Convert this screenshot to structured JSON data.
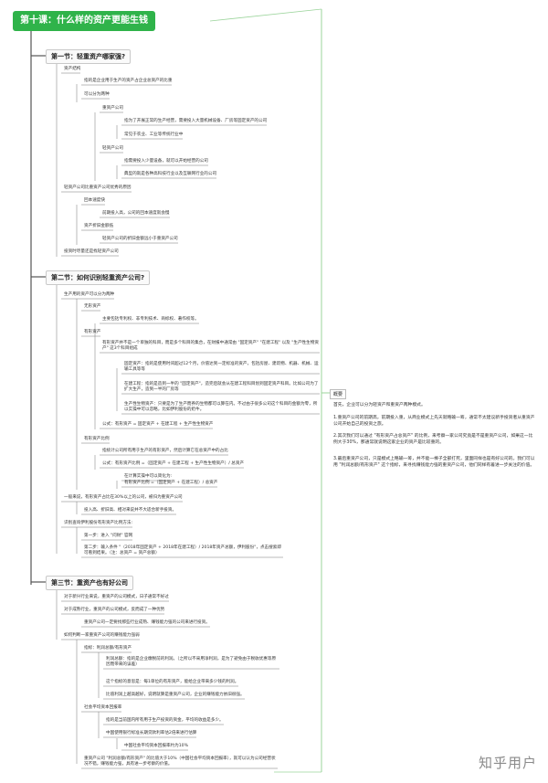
{
  "root_title": "第十课：什么样的资产更能生钱",
  "sections": [
    {
      "title": "第一节：轻重资产哪家强?",
      "items": [
        "资产结构",
        "指的是企业用于生产的资产占企业总资产的比重",
        "可以分为两种",
        "重资产公司",
        "指为了开展正常的生产经营，需要投入大量机械设备、厂房等固定资产的公司",
        "常见于农业、工业等传统行业中",
        "轻资产公司",
        "指需要投入少量设备，就可以开始经营的公司",
        "典型的就是各种高科技行业以及互联网行业的公司",
        "轻资产公司比重资产公司优秀的原因",
        "回本速度快",
        "前期投入高，公司的回本速度就会慢",
        "资产折旧金额低",
        "轻资产公司的折旧金额远小于重资产公司",
        "投资时尽量还是找轻资产公司"
      ]
    },
    {
      "title": "第二节：如何识别轻重资产公司?",
      "items": [
        "生产用的资产可以分为两种",
        "无形资产",
        "主要包括专利权、非专利技术、商标权、著作权等。",
        "有形资产",
        "有形资产并不是一个单独的科目，而是多个科目的集合，在财报中通常由 \"固定资产\" \"在建工程\" 以及 \"生产性生物资产\" 这3个科目组成",
        "固定资产：指的是使用时间超过12个月，价值达到一定标准的资产，包括房屋、建筑物、机器、机械、运输工具等等",
        "在建工程：指的是造到一半的 \"固定资产\"，造完后就会从在建工程科目划到固定资产科目。比如公司为了扩大生产，造到一半的厂房等",
        "生产性生物资产：只要是为了生产而养的生物都可以算在内。不过由于很多公司这个科目的金额为零，所以实操中可以忽略，比如伊利股份的奶牛。",
        "公式：有形资产 = 固定资产 + 在建工程 + 生产性生物资产",
        "有形资产比例",
        "指统计公司所有用于生产的有形资产，然后计算它在总资产中的占比",
        "公式：有形资产比例 =（固定资产 + 在建工程 + 生产性生物资产）/ 总资产",
        "在计算实操中可以简化为:",
        "有形资产比例 =（固定资产 + 在建工程）/ 总资产",
        "一般来说，有形资产占比在30%以上的公司，被归为重资产公司",
        "投入高、折旧高、相对来说并不大适合新手投资。",
        "识别查询伊利股份有形资产比例方法:",
        "第一步：进入 \"问财\" 官网",
        "第二步：输入条件 \"（2018年固定资产 + 2018年在建工程）/ 2018年资产总额，伊利股份\"，点击搜索即可看到结果。（注：总资产 = 资产总额）"
      ]
    },
    {
      "title": "第三节：重资产也有好公司",
      "items": [
        "对于新兴行业来说，重资产的公司模式，日子通常不好过",
        "对于成熟行业，重资产的公司模式，反而成了一种优势",
        "重资产公司一定要找那些行业成熟、赚钱能力强的公司来进行投资。",
        "如何判断一家重资产公司的赚钱能力强弱",
        "指标：利润总额/有形资产",
        "利润总额：指的是企业缴税前的利润。（之所以不采用净利润，是为了避免由于税收优惠等原因而带来的误差）",
        "这个指标的意思是：每1单位的有形资产，能给企业带来多少钱的利润。",
        "比值利润上越高越好，说明就算是重资产公司，企业的赚钱能力依旧很强。",
        "社会平均资本回报率",
        "指的是当前国内所有用于生产投资的资金，平均的收益是多少。",
        "中国使用银行标准长期贷款利率估2倍来进行估算",
        "中国社会平均资本回报率约为10%",
        "重资产公司 \"利润总额/有形资产\" 的比值大于10%（中国社会平均资本回报率），就可以认为公司经营状况不错，赚钱能力强，具有进一步考察的价值。"
      ]
    }
  ],
  "overview": {
    "tag": "概要",
    "paragraphs": [
      "首先，企业可以分为轻资产和重资产两种模式。",
      "1.重资产公司的前期高，前期投入重，从商业模式上先天就略输一筹，通常不太建议新手投资者从重资产公司开始自己的投资之旅。",
      "2.其次我们可以通过 \"有形资产占总资产\" 的比例，来考察一家公司究竟是不是重资产公司，如果这一比例大于30%，那通常就说明这家企业的资产是比较重的。",
      "3.最后重资产公司，只是模式上略输一筹，并不能一棒子全部打死，里面同样也是有好公司的。我们可以用 \"利润总额/有形资产\" 这个指标，来寻找赚钱能力强的重资产公司，他们同样有着进一步关注的价值。"
    ]
  },
  "watermark": "知乎用户",
  "colors": {
    "root_bg": "#2fb34a",
    "line": "#555555",
    "right_line": "#9bd49b"
  }
}
